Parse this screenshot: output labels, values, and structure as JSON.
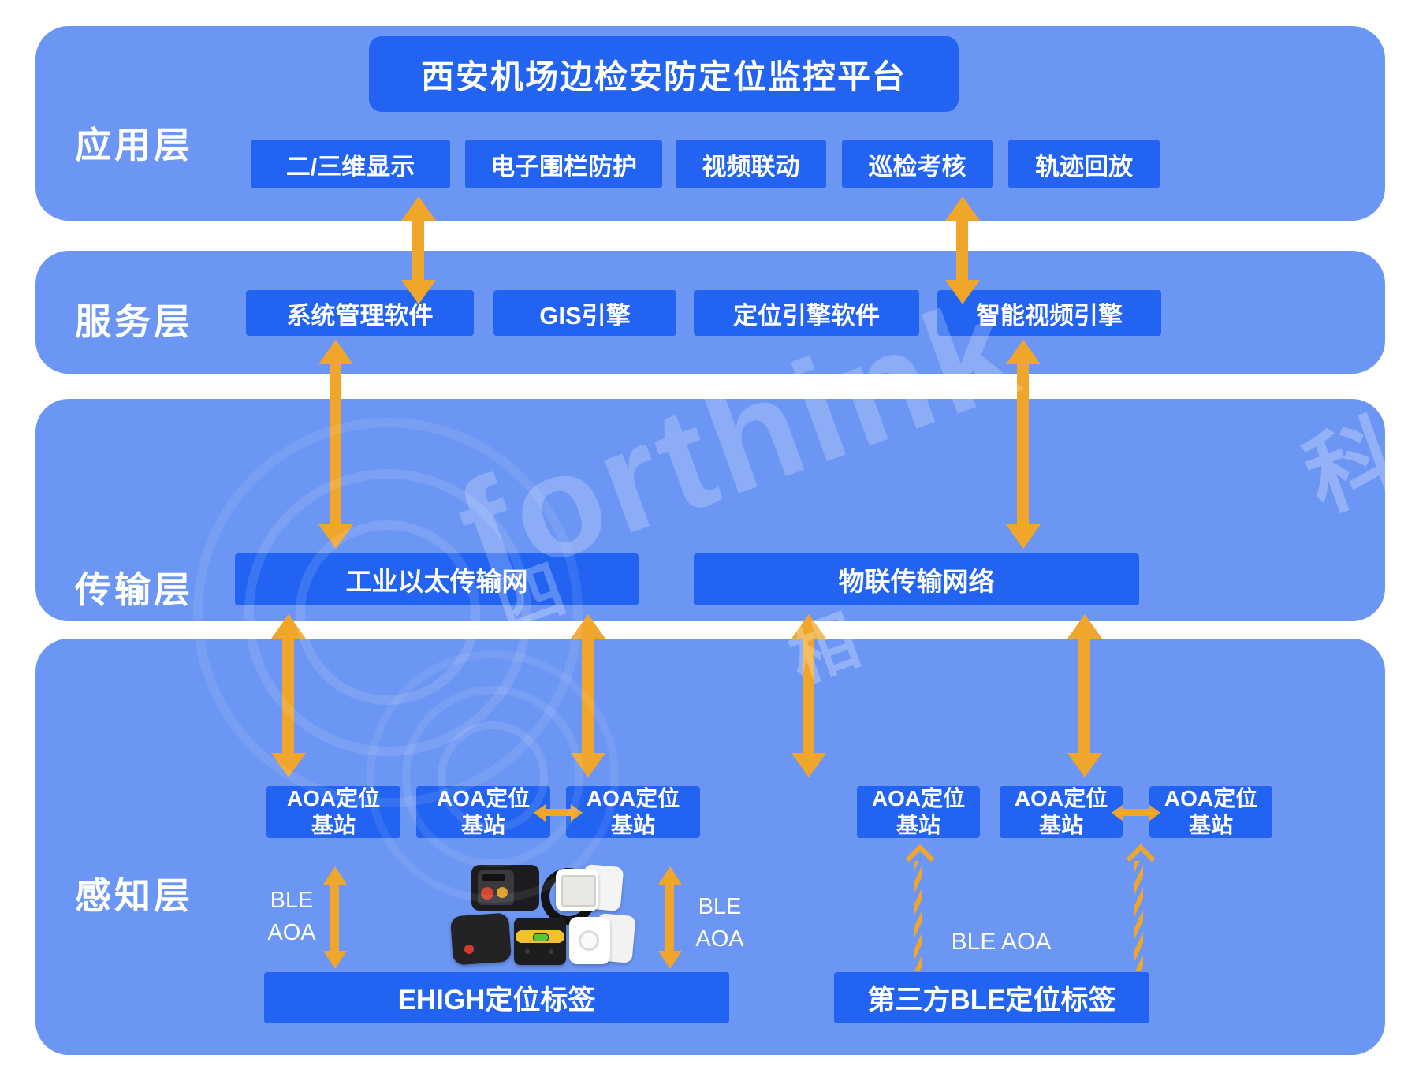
{
  "title": "西安机场边检安防定位监控平台",
  "colors": {
    "layer_bg": "#6C96F3",
    "box_bg": "#2264F1",
    "arrow": "#F0A62B",
    "text": "#FFFFFF"
  },
  "watermark": {
    "brand": "forthink",
    "char1": "四",
    "char2": "相",
    "char3": "科"
  },
  "app": {
    "label": "应用层",
    "boxes": [
      "二/三维显示",
      "电子围栏防护",
      "视频联动",
      "巡检考核",
      "轨迹回放"
    ]
  },
  "service": {
    "label": "服务层",
    "boxes": [
      "系统管理软件",
      "GIS引擎",
      "定位引擎软件",
      "智能视频引擎"
    ]
  },
  "transport": {
    "label": "传输层",
    "boxes": [
      "工业以太传输网",
      "物联传输网络"
    ]
  },
  "perception": {
    "label": "感知层",
    "station": {
      "line1": "AOA定位",
      "line2": "基站"
    },
    "ble_left": {
      "line1": "BLE",
      "line2": "AOA"
    },
    "ble_right": {
      "line1": "BLE",
      "line2": "AOA"
    },
    "ble_center": "BLE AOA",
    "ehigh_bar": "EHIGH定位标签",
    "third_party_bar": "第三方BLE定位标签"
  }
}
